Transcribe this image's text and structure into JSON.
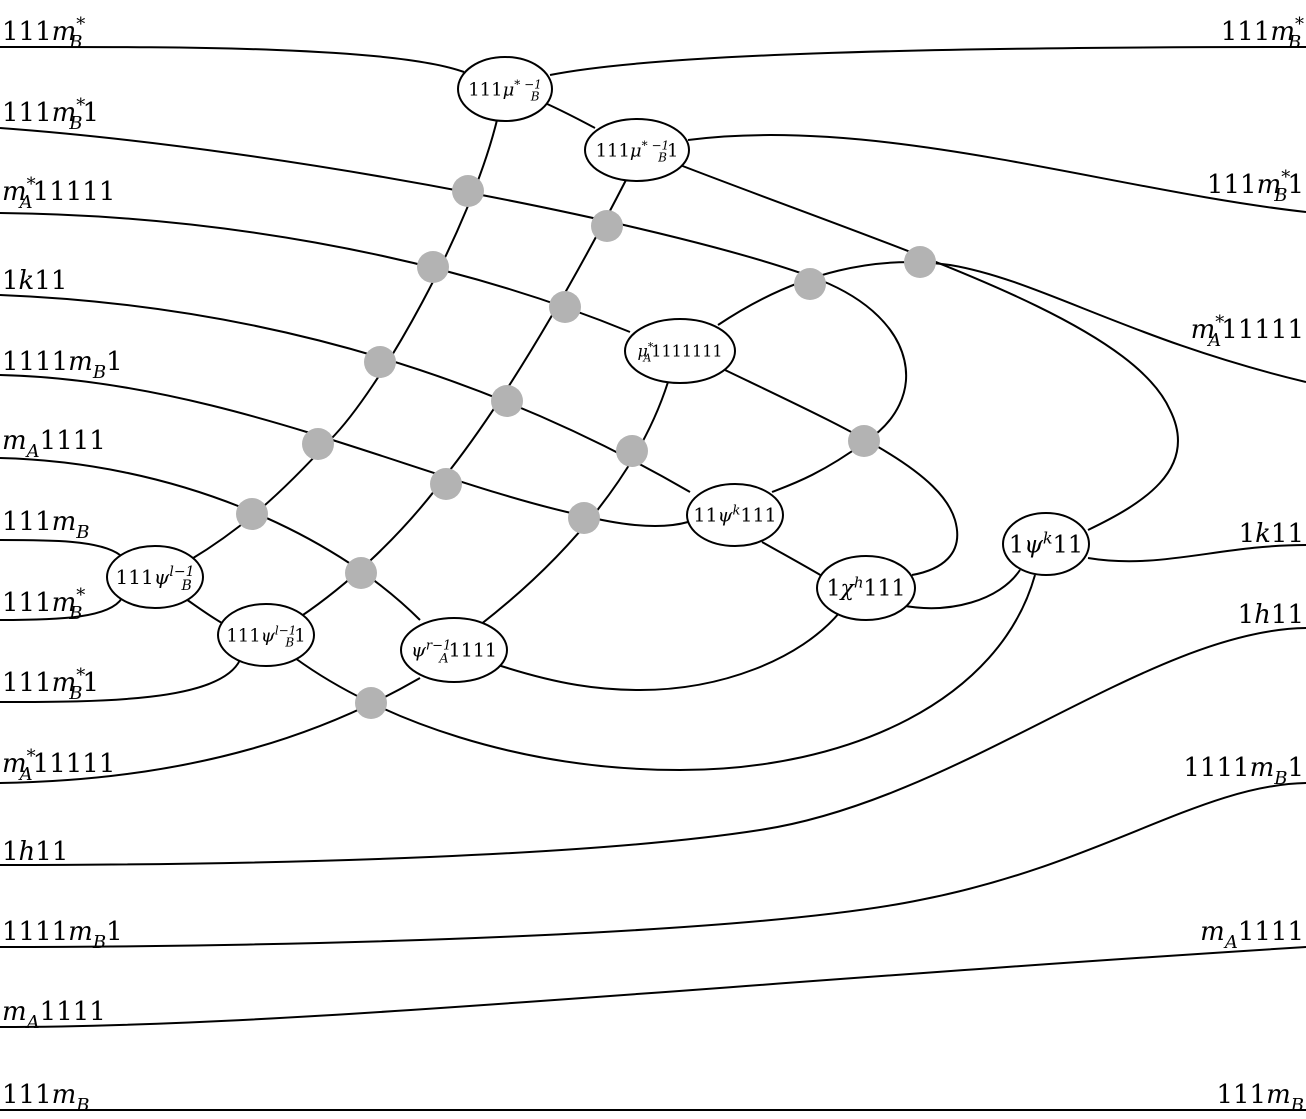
{
  "left_labels": [
    {
      "id": "l1",
      "text": "111",
      "it": "m",
      "sup": "*",
      "sub": "B",
      "tail": ""
    },
    {
      "id": "l2",
      "text": "111",
      "it": "m",
      "sup": "*",
      "sub": "B",
      "tail": "1"
    },
    {
      "id": "l3",
      "text": "",
      "it": "m",
      "sup": "*",
      "sub": "A",
      "tail": "11111"
    },
    {
      "id": "l4",
      "text": "1",
      "it": "k",
      "sup": "",
      "sub": "",
      "tail": "11"
    },
    {
      "id": "l5",
      "text": "1111",
      "it": "m",
      "sup": "",
      "sub": "B",
      "tail": "1"
    },
    {
      "id": "l6",
      "text": "",
      "it": "m",
      "sup": "",
      "sub": "A",
      "tail": "1111"
    },
    {
      "id": "l7",
      "text": "111",
      "it": "m",
      "sup": "",
      "sub": "B",
      "tail": ""
    },
    {
      "id": "l8",
      "text": "111",
      "it": "m",
      "sup": "*",
      "sub": "B",
      "tail": ""
    },
    {
      "id": "l9",
      "text": "111",
      "it": "m",
      "sup": "*",
      "sub": "B",
      "tail": "1"
    },
    {
      "id": "l10",
      "text": "",
      "it": "m",
      "sup": "*",
      "sub": "A",
      "tail": "11111"
    },
    {
      "id": "l11",
      "text": "1",
      "it": "h",
      "sup": "",
      "sub": "",
      "tail": "11"
    },
    {
      "id": "l12",
      "text": "1111",
      "it": "m",
      "sup": "",
      "sub": "B",
      "tail": "1"
    },
    {
      "id": "l13",
      "text": "",
      "it": "m",
      "sup": "",
      "sub": "A",
      "tail": "1111"
    },
    {
      "id": "l14",
      "text": "111",
      "it": "m",
      "sup": "",
      "sub": "B",
      "tail": ""
    }
  ],
  "right_labels": [
    {
      "id": "r1",
      "text": "111",
      "it": "m",
      "sup": "*",
      "sub": "B",
      "tail": ""
    },
    {
      "id": "r2",
      "text": "111",
      "it": "m",
      "sup": "*",
      "sub": "B",
      "tail": "1"
    },
    {
      "id": "r3",
      "text": "",
      "it": "m",
      "sup": "*",
      "sub": "A",
      "tail": "11111"
    },
    {
      "id": "r4",
      "text": "1",
      "it": "k",
      "sup": "",
      "sub": "",
      "tail": "11"
    },
    {
      "id": "r5",
      "text": "1",
      "it": "h",
      "sup": "",
      "sub": "",
      "tail": "11"
    },
    {
      "id": "r6",
      "text": "1111",
      "it": "m",
      "sup": "",
      "sub": "B",
      "tail": "1"
    },
    {
      "id": "r7",
      "text": "",
      "it": "m",
      "sup": "",
      "sub": "A",
      "tail": "1111"
    },
    {
      "id": "r8",
      "text": "111",
      "it": "m",
      "sup": "",
      "sub": "B",
      "tail": ""
    }
  ],
  "nodes": [
    {
      "id": "n1",
      "pre": "111",
      "it": "μ",
      "sup": "* −1",
      "sub": "B",
      "tail": ""
    },
    {
      "id": "n2",
      "pre": "111",
      "it": "μ",
      "sup": "* −1",
      "sub": "B",
      "tail": "1"
    },
    {
      "id": "n3",
      "pre": "",
      "it": "μ",
      "sup": "*",
      "sub": "A",
      "tail": "1111111"
    },
    {
      "id": "n4",
      "pre": "11",
      "it": "ψ",
      "sup": "k",
      "sub": "",
      "tail": "111"
    },
    {
      "id": "n5",
      "pre": "1",
      "it": "χ",
      "sup": "h",
      "sub": "",
      "tail": "111"
    },
    {
      "id": "n6",
      "pre": "1",
      "it": "ψ",
      "sup": "k",
      "sub": "",
      "tail": "11"
    },
    {
      "id": "n7",
      "pre": "111",
      "it": "ψ",
      "sup": "l−1",
      "sub": "B",
      "tail": ""
    },
    {
      "id": "n8",
      "pre": "111",
      "it": "ψ",
      "sup": "l−1",
      "sub": "B",
      "tail": "1"
    },
    {
      "id": "n9",
      "pre": "",
      "it": "ψ",
      "sup": "r−1",
      "sub": "A",
      "tail": "1111"
    }
  ],
  "colors": {
    "wire": "#000000",
    "crossing_dot": "#b3b3b3",
    "node_fill": "#ffffff"
  }
}
